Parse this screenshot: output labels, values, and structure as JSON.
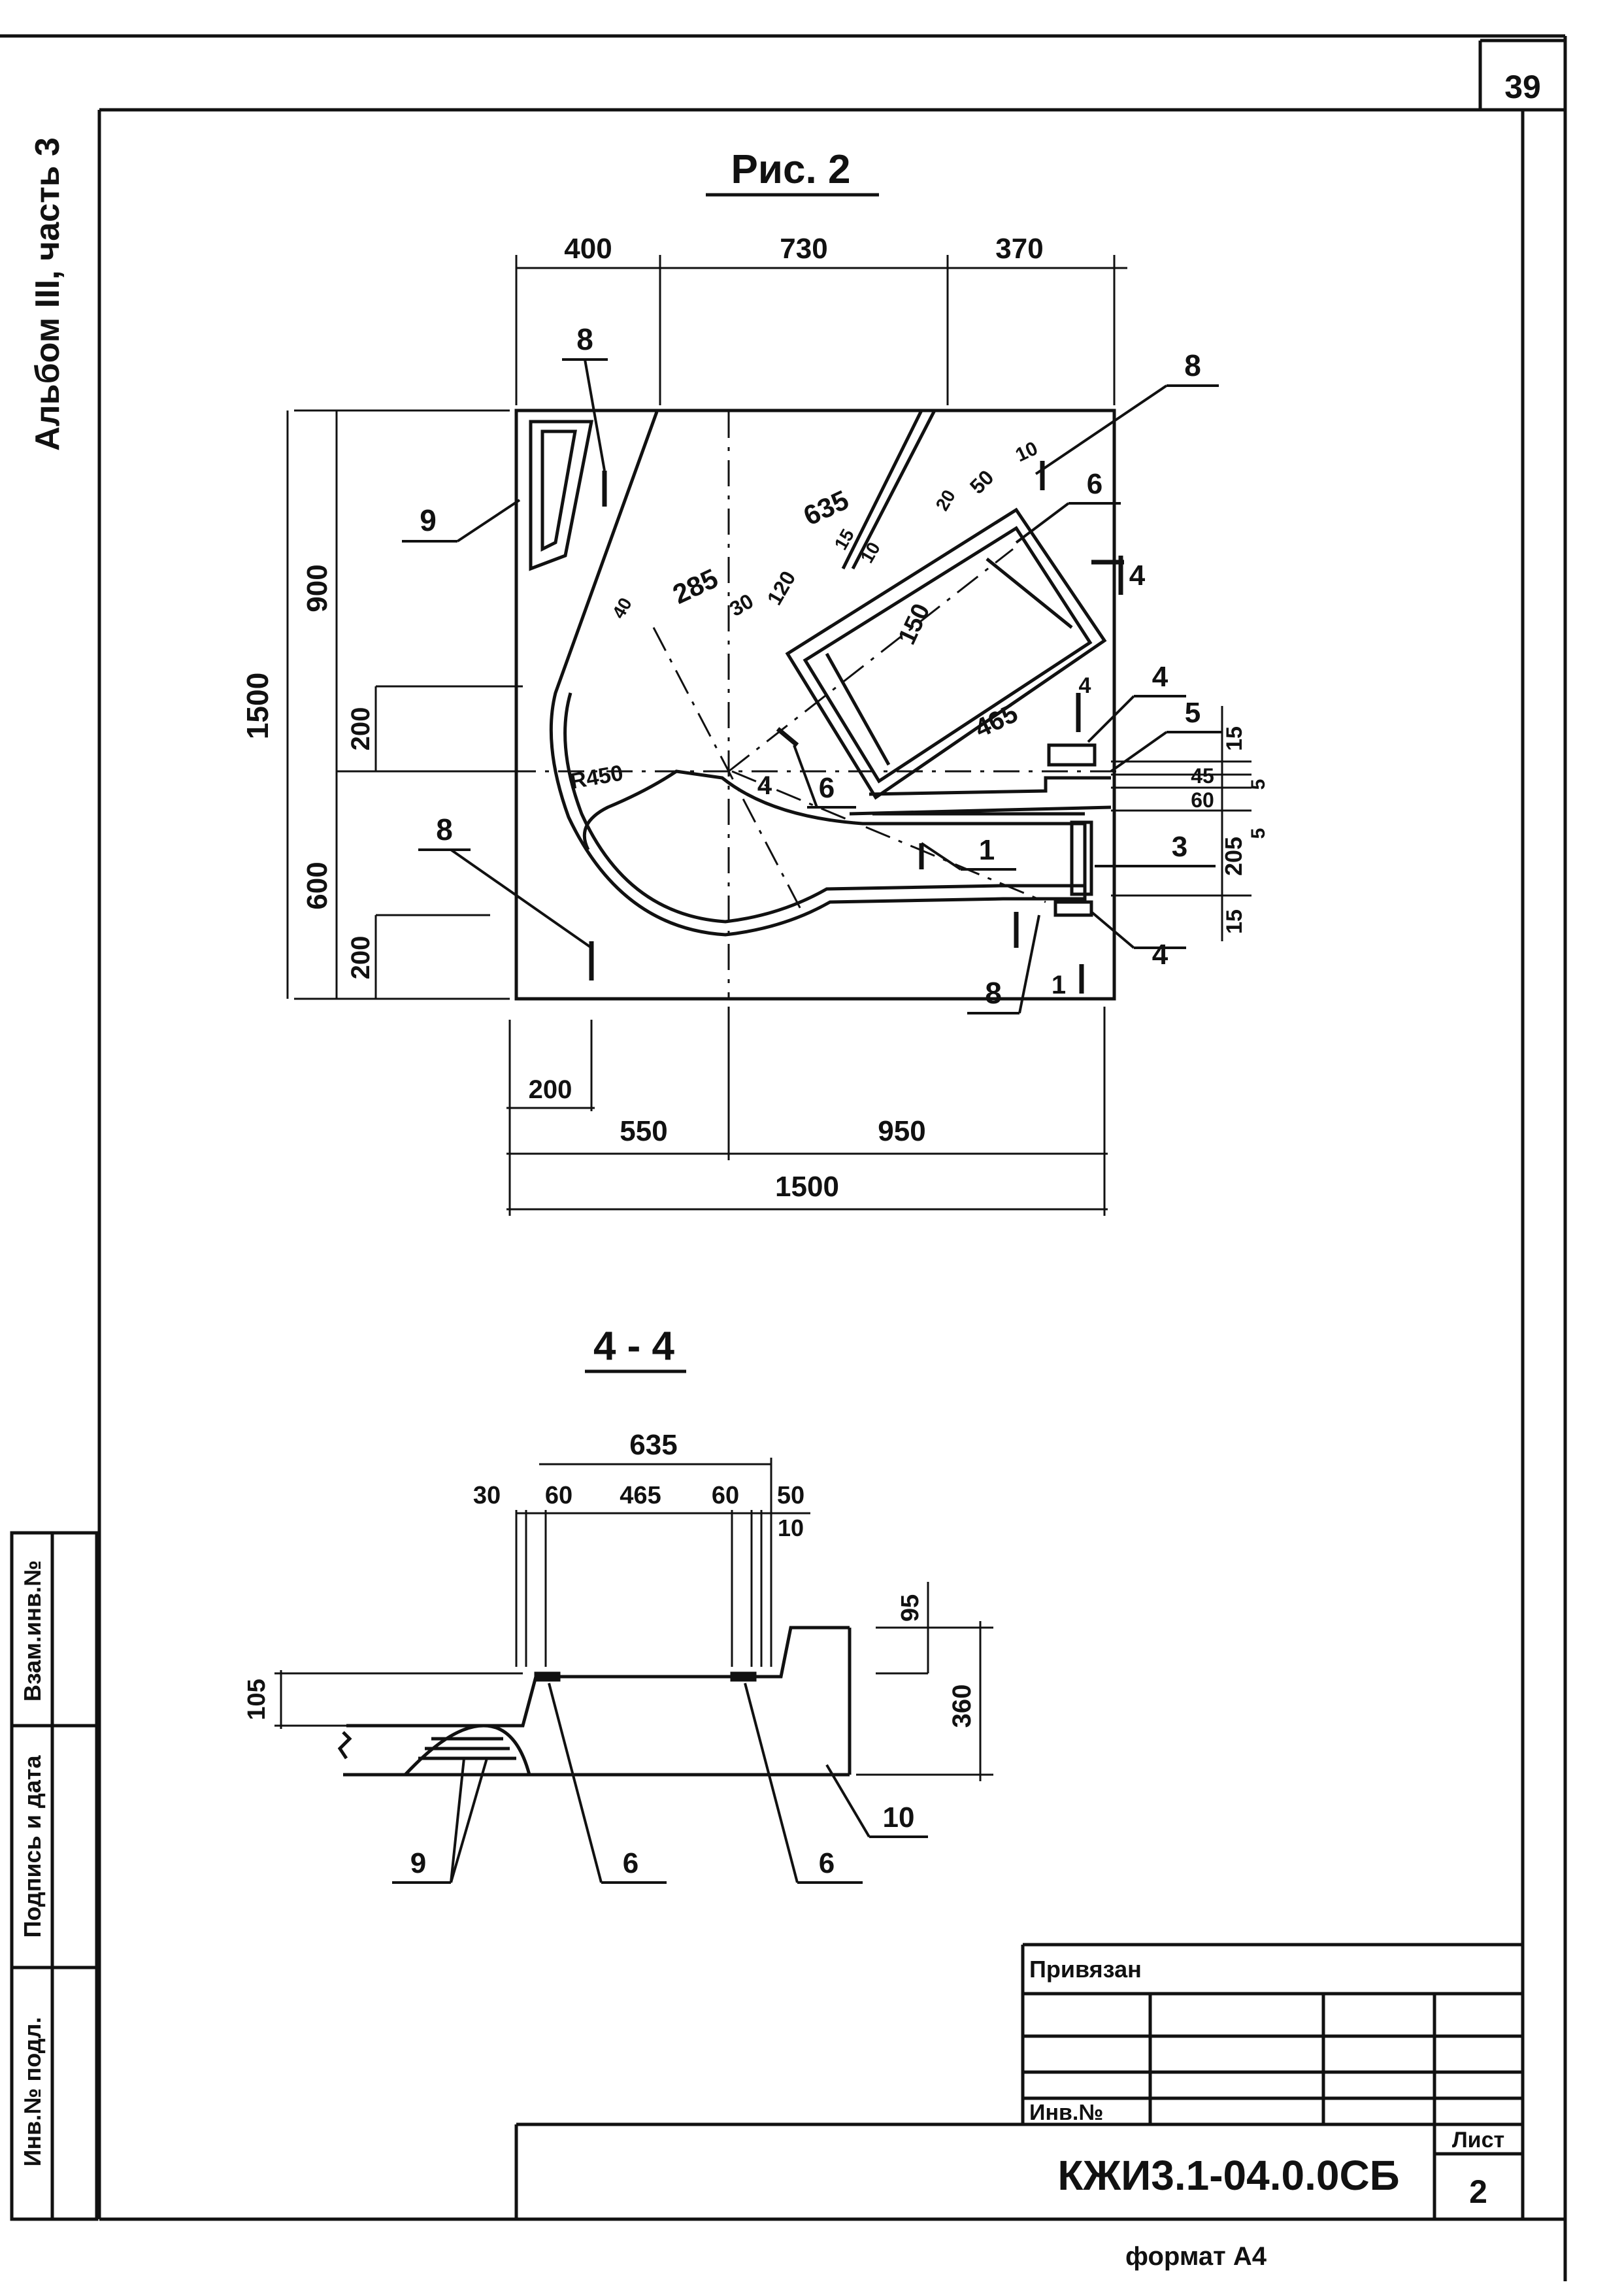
{
  "sheet": {
    "page_number": "39",
    "album": "Альбом III, часть 3",
    "format": "формат А4"
  },
  "figure": {
    "title": "Рис. 2",
    "dims_top": [
      "400",
      "730",
      "370"
    ],
    "dims_bottom": [
      "200",
      "550",
      "950",
      "1500"
    ],
    "dims_left": [
      "1500",
      "900",
      "600",
      "200",
      "200"
    ],
    "dims_right": [
      "15",
      "45",
      "60",
      "5",
      "5",
      "205",
      "15"
    ],
    "dims_inner": [
      "635",
      "285",
      "30",
      "120",
      "15",
      "10",
      "20",
      "50",
      "10",
      "150",
      "465",
      "40",
      "R450"
    ],
    "callouts": [
      "8",
      "8",
      "8",
      "8",
      "9",
      "6",
      "4",
      "4",
      "5",
      "1",
      "3",
      "4",
      "1",
      "4",
      "6",
      "4"
    ]
  },
  "section": {
    "title": "4 - 4",
    "dims_top": [
      "635",
      "30",
      "60",
      "465",
      "60",
      "50",
      "10"
    ],
    "dims_side": [
      "105",
      "95",
      "360"
    ],
    "callouts": [
      "9",
      "6",
      "6",
      "10"
    ]
  },
  "side_stamp": {
    "labels": [
      "Инв.№ подл.",
      "Подпись и дата",
      "Взам.инв.№"
    ]
  },
  "title_block": {
    "bound_label": "Привязан",
    "inv_label": "Инв.№",
    "doc_code": "КЖИ3.1-04.0.0СБ",
    "sheet_label": "Лист",
    "sheet_number": "2"
  }
}
